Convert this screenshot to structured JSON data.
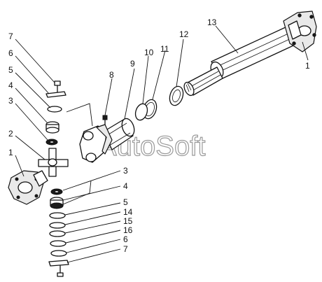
{
  "watermark": "AutoSoft",
  "callouts": {
    "c13": "13",
    "c1_right": "1",
    "c12": "12",
    "c11": "11",
    "c10": "10",
    "c9": "9",
    "c8": "8",
    "c7_top": "7",
    "c6_top": "6",
    "c5_top": "5",
    "c4_top": "4",
    "c3_top": "3",
    "c2": "2",
    "c1_left": "1",
    "c3_mid": "3",
    "c4_mid": "4",
    "c5_bot": "5",
    "c14": "14",
    "c15": "15",
    "c16": "16",
    "c6_bot": "6",
    "c7_bot": "7"
  }
}
